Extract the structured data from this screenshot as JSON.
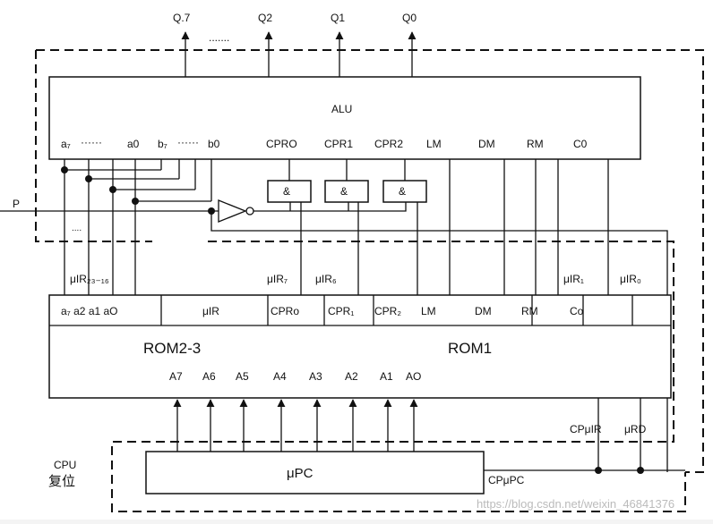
{
  "outputs": {
    "q7": "Q.7",
    "q2": "Q2",
    "q1": "Q1",
    "q0": "Q0",
    "dots": "......."
  },
  "alu": {
    "title": "ALU",
    "a7": "a₇",
    "a_dots": "······",
    "a0": "a0",
    "b7": "b₇",
    "b_dots": "······",
    "b0": "b0",
    "cpr0": "CPRO",
    "cpr1": "CPR1",
    "cpr2": "CPR2",
    "lm": "LM",
    "dm": "DM",
    "rm": "RM",
    "c0": "C0"
  },
  "gates": {
    "and_label": "&"
  },
  "p_label": "P",
  "misc_dots": "....",
  "micro_labels": {
    "uir23_16": "μIR₂₃₋₁₆",
    "uir7": "μIR₇",
    "uir6": "μIR₆",
    "uir1": "μIR₁",
    "uir0": "μIR₀"
  },
  "rom": {
    "fields": {
      "a_bits": "a₇ a2 a1 aO",
      "uir": "μIR",
      "cpr0": "CPRo",
      "cpr1": "CPR₁",
      "cpr2": "CPR₂",
      "lm": "LM",
      "dm": "DM",
      "rm": "RM",
      "co": "Co"
    },
    "rom23": "ROM2-3",
    "rom1": "ROM1",
    "addr": [
      "A7",
      "A6",
      "A5",
      "A4",
      "A3",
      "A2",
      "A1",
      "AO"
    ]
  },
  "cp_uir": "CPμIR",
  "uird": "μRD",
  "cpu_reset": {
    "line1": "CPU",
    "line2": "复位"
  },
  "upc": {
    "label": "μPC",
    "clock": "CPμPC"
  },
  "watermark": "https://blog.csdn.net/weixin_46841376"
}
